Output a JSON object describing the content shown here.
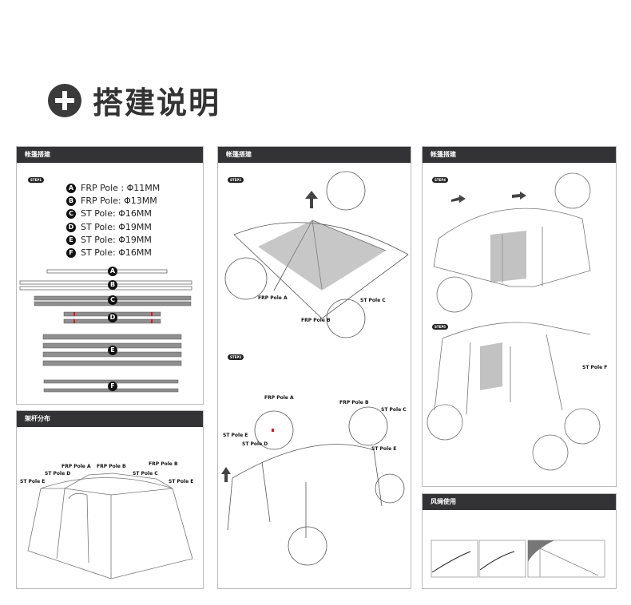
{
  "title": "搭建说明",
  "icons": {
    "title": "plus-circle-icon"
  },
  "col1": {
    "header": "帐篷搭建",
    "step": "STEP1",
    "specs": [
      {
        "key": "A",
        "text": "FRP Pole : Φ11MM"
      },
      {
        "key": "B",
        "text": "FRP Pole: Φ13MM"
      },
      {
        "key": "C",
        "text": "ST Pole: Φ16MM"
      },
      {
        "key": "D",
        "text": "ST Pole: Φ19MM"
      },
      {
        "key": "E",
        "text": "ST Pole: Φ19MM"
      },
      {
        "key": "F",
        "text": "ST Pole: Φ16MM"
      }
    ],
    "pole_keys": [
      "A",
      "B",
      "C",
      "D",
      "E",
      "F"
    ],
    "dist_header": "架杆分布",
    "dist_labels": [
      {
        "name": "FRP Pole",
        "key": "A"
      },
      {
        "name": "FRP Pole",
        "key": "B"
      },
      {
        "name": "FRP Pole",
        "key": "B"
      },
      {
        "name": "ST Pole",
        "key": "D"
      },
      {
        "name": "ST Pole",
        "key": "C"
      },
      {
        "name": "ST Pole",
        "key": "E"
      },
      {
        "name": "ST Pole",
        "key": "E"
      }
    ]
  },
  "col2": {
    "header": "帐篷搭建",
    "step2": "STEP2",
    "step2_labels": [
      {
        "name": "FRP Pole",
        "key": "A"
      },
      {
        "name": "ST Pole",
        "key": "C"
      },
      {
        "name": "FRP Pole",
        "key": "B"
      }
    ],
    "step3": "STEP3",
    "step3_labels": [
      {
        "name": "FRP Pole",
        "key": "A"
      },
      {
        "name": "FRP Pole",
        "key": "B"
      },
      {
        "name": "ST Pole",
        "key": "C"
      },
      {
        "name": "ST Pole",
        "key": "E"
      },
      {
        "name": "ST Pole",
        "key": "D"
      },
      {
        "name": "ST Pole",
        "key": "E"
      }
    ]
  },
  "col3": {
    "header": "帐篷搭建",
    "step4": "STEP4",
    "step5": "STEP5",
    "step5_label": {
      "name": "ST Pole",
      "key": "F"
    },
    "rope_header": "风绳使用"
  },
  "colors": {
    "header": "#333335",
    "accent_red": "#e0141e",
    "pole": "#8f8f8f"
  }
}
